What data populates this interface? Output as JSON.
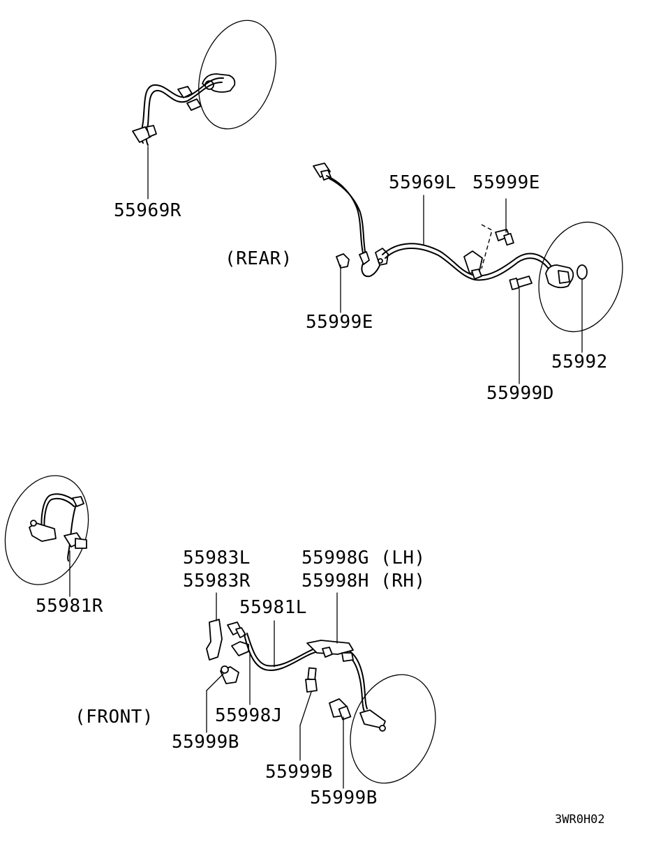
{
  "sections": {
    "rear": "(REAR)",
    "front": "(FRONT)"
  },
  "parts": {
    "p55969R": "55969R",
    "p55969L": "55969L",
    "p55999E_top": "55999E",
    "p55999E_left": "55999E",
    "p55992": "55992",
    "p55999D": "55999D",
    "p55981R": "55981R",
    "p55983L": "55983L",
    "p55983R": "55983R",
    "p55998G": "55998G (LH)",
    "p55998H": "55998H (RH)",
    "p55981L": "55981L",
    "p55998J": "55998J",
    "p55999B_left": "55999B",
    "p55999B_mid": "55999B",
    "p55999B_right": "55999B"
  },
  "figure_code": "3WR0H02"
}
